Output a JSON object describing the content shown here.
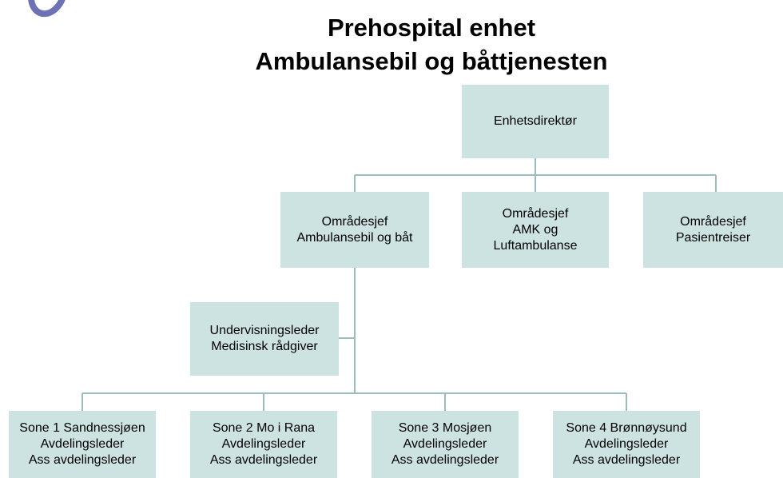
{
  "title": {
    "line1": "Prehospital enhet",
    "line2": "Ambulansebil og båttjenesten"
  },
  "colors": {
    "box_fill": "#cde3e2",
    "connector": "#9bbcbc",
    "logo": "#6d72b5"
  },
  "nodes": {
    "director": {
      "line1": "Enhetsdirektør"
    },
    "area_ambulance": {
      "line1": "Områdesjef",
      "line2": "Ambulansebil og båt"
    },
    "area_amk": {
      "line1": "Områdesjef",
      "line2": "AMK og",
      "line3": "Luftambulanse"
    },
    "area_patient": {
      "line1": "Områdesjef",
      "line2": "Pasientreiser"
    },
    "staff": {
      "line1": "Undervisningsleder",
      "line2": "Medisinsk rådgiver"
    },
    "zone1": {
      "line1": "Sone 1 Sandnessjøen",
      "line2": "Avdelingsleder",
      "line3": "Ass avdelingsleder"
    },
    "zone2": {
      "line1": "Sone 2 Mo i Rana",
      "line2": "Avdelingsleder",
      "line3": "Ass avdelingsleder"
    },
    "zone3": {
      "line1": "Sone 3 Mosjøen",
      "line2": "Avdelingsleder",
      "line3": "Ass avdelingsleder"
    },
    "zone4": {
      "line1": "Sone 4 Brønnøysund",
      "line2": "Avdelingsleder",
      "line3": "Ass avdelingsleder"
    }
  }
}
